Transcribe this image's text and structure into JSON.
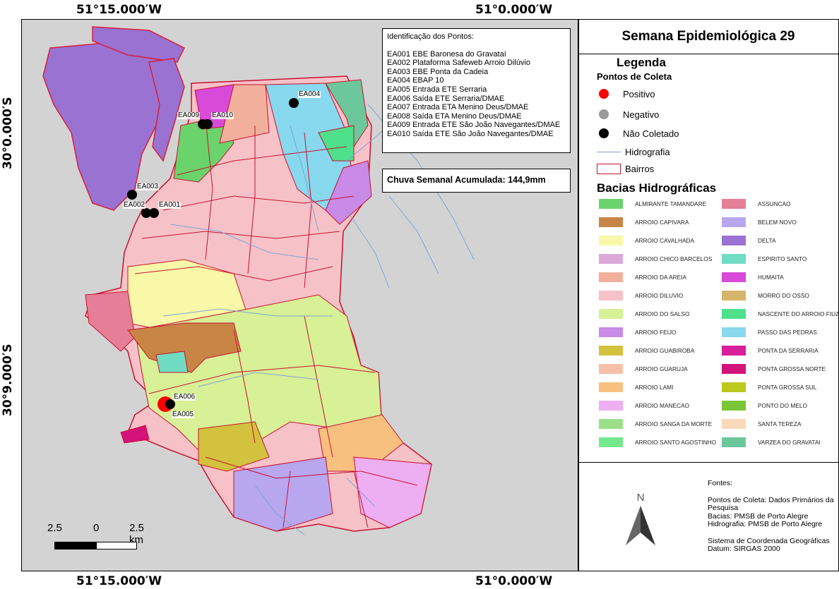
{
  "coords": {
    "top_left": "51°15.000′W",
    "top_right": "51°0.000′W",
    "bottom_left": "51°15.000′W",
    "bottom_right": "51°0.000′W",
    "left_upper": "30°0.000′S",
    "left_lower": "30°9.000′S"
  },
  "identification": {
    "title": "Identificação dos Pontos:",
    "items": [
      "EA001 EBE Baronesa do Gravataí",
      "EA002 Plataforma Safeweb Arroio Dilúvio",
      "EA003 EBE Ponta da Cadeia",
      "EA004 EBAP 10",
      "EA005 Entrada ETE Serraria",
      "EA006 Saída ETE Serraria/DMAE",
      "EA007 Entrada ETA Menino Deus/DMAE",
      "EA008 Saída ETA Menino Deus/DMAE",
      "EA009 Entrada ETE São João Navegantes/DMAE",
      "EA010 Saída ETE São João Navegantes/DMAE"
    ]
  },
  "rain": "Chuva Semanal Acumulada: 144,9mm",
  "point_labels": {
    "ea001": "EA001",
    "ea002": "EA002",
    "ea003": "EA003",
    "ea004": "EA004",
    "ea005": "EA005",
    "ea006": "EA006",
    "ea009": "EA009",
    "ea010": "EA010"
  },
  "scale": {
    "left": "2.5",
    "mid": "0",
    "right": "2.5 km"
  },
  "panel": {
    "title": "Semana Epidemiológica 29",
    "legend_title": "Legenda",
    "points_title": "Pontos de Coleta",
    "points": [
      {
        "label": "Positivo",
        "color": "#ff0000"
      },
      {
        "label": "Negativo",
        "color": "#999999"
      },
      {
        "label": "Não Coletado",
        "color": "#000000"
      }
    ],
    "hydro": "Hidrografia",
    "bairros": "Bairros",
    "basins_title": "Bacias Hidrográficas",
    "basins_left": [
      {
        "name": "ALMIRANTE TAMANDARE",
        "color": "#6bd36b"
      },
      {
        "name": "ARROIO CAPIVARA",
        "color": "#c98545"
      },
      {
        "name": "ARROIO CAVALHADA",
        "color": "#f8f8a8"
      },
      {
        "name": "ARROIO CHICO BARCELOS",
        "color": "#dca8d8"
      },
      {
        "name": "ARROIO DA AREIA",
        "color": "#f2b09c"
      },
      {
        "name": "ARROIO DILUVIO",
        "color": "#f6c2c8"
      },
      {
        "name": "ARROIO DO SALSO",
        "color": "#d8f096"
      },
      {
        "name": "ARROIO FEIJO",
        "color": "#c98ae8"
      },
      {
        "name": "ARROIO GUABIROBA",
        "color": "#d2c23e"
      },
      {
        "name": "ARROIO GUARUJA",
        "color": "#f6c0a8"
      },
      {
        "name": "ARROIO LAMI",
        "color": "#f8c07e"
      },
      {
        "name": "ARROIO MANECAO",
        "color": "#eeaef2"
      },
      {
        "name": "ARROIO SANGA DA MORTE",
        "color": "#9ce08a"
      },
      {
        "name": "ARROIO SANTO AGOSTINHO",
        "color": "#74e88c"
      }
    ],
    "basins_right": [
      {
        "name": "ASSUNCAO",
        "color": "#e57f98"
      },
      {
        "name": "BELEM NOVO",
        "color": "#b8a6ee"
      },
      {
        "name": "DELTA",
        "color": "#9a72d2"
      },
      {
        "name": "ESPIRITO SANTO",
        "color": "#70dcc4"
      },
      {
        "name": "HUMAITA",
        "color": "#d84ad8"
      },
      {
        "name": "MORRO DO OSSO",
        "color": "#d6b56a"
      },
      {
        "name": "NASCENTE DO ARROIO FIUZA",
        "color": "#4ee08a"
      },
      {
        "name": "PASSO DAS PEDRAS",
        "color": "#88d8ee"
      },
      {
        "name": "PONTA DA SERRARIA",
        "color": "#d81e9a"
      },
      {
        "name": "PONTA GROSSA NORTE",
        "color": "#d2137a"
      },
      {
        "name": "PONTA GROSSA SUL",
        "color": "#bcc81e"
      },
      {
        "name": "PONTO DO MELO",
        "color": "#7ac636"
      },
      {
        "name": "SANTA TEREZA",
        "color": "#fad9b8"
      },
      {
        "name": "VARZEA DO GRAVATAI",
        "color": "#6cc89c"
      }
    ],
    "north": "N",
    "sources": {
      "title": "Fontes:",
      "lines": [
        "Pontos de Coleta: Dados Primários da Pesquisa",
        "Bacias: PMSB de Porto Alegre",
        "Hidrografia: PMSB de Porto Alegre"
      ],
      "crs1": "Sistema de Coordenada Geográficas",
      "crs2": "Datum: SIRGAS 2000"
    }
  }
}
